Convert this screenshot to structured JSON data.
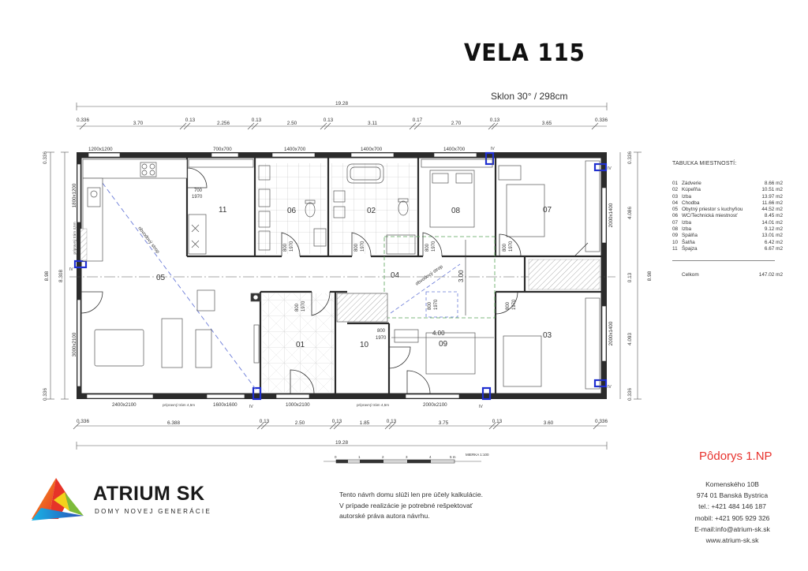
{
  "title": "VELA 115",
  "roof_slope": "Sklon 30° / 298cm",
  "room_table": {
    "header": "TABUĽKA MIESTNOSTÍ:",
    "rows": [
      {
        "no": "01",
        "name": "Zádverie",
        "area": "8.66 m2"
      },
      {
        "no": "02",
        "name": "Kúpeľňa",
        "area": "10.51 m2"
      },
      {
        "no": "03",
        "name": "Izba",
        "area": "13.97 m2"
      },
      {
        "no": "04",
        "name": "Chodba",
        "area": "11.66 m2"
      },
      {
        "no": "05",
        "name": "Obytný priestor s kuchyňou",
        "area": "44.52 m2"
      },
      {
        "no": "06",
        "name": "WC/Technická miestnosť",
        "area": "8.45 m2"
      },
      {
        "no": "07",
        "name": "Izba",
        "area": "14.01 m2"
      },
      {
        "no": "08",
        "name": "Izba",
        "area": "9.12 m2"
      },
      {
        "no": "09",
        "name": "Spálňa",
        "area": "13.01 m2"
      },
      {
        "no": "10",
        "name": "Šatňa",
        "area": "6.42 m2"
      },
      {
        "no": "11",
        "name": "Špajza",
        "area": "6.67 m2"
      }
    ],
    "total_label": "Celkom",
    "total_area": "147.02 m2"
  },
  "plan_label": "Pôdorys 1.NP",
  "contact": {
    "street": "Komenského 10B",
    "city": "974 01 Banská Bystrica",
    "tel": "tel.:  +421 484 146 187",
    "mobil": "mobil:  +421 905 929 326",
    "email": "E-mail:info@atrium-sk.sk",
    "web": "www.atrium-sk.sk"
  },
  "note": {
    "line1": "Tento návrh domu slúži len pre účely kalkulácie.",
    "line2": "V prípade realizácie je potrebné rešpektovať",
    "line3": "autorské práva autora návrhu."
  },
  "brand": {
    "name": "ATRIUM SK",
    "tagline": "DOMY NOVEJ GENERÁCIE"
  },
  "scale_label": "MIERKA 1:100",
  "scale_ticks": [
    "0",
    "1",
    "2",
    "3",
    "4",
    "5 m"
  ],
  "dimensions": {
    "overall_top": "19.28",
    "overall_bottom": "19.28",
    "top_chain": [
      "0.336",
      "3.70",
      "0.13",
      "2.256",
      "0.13",
      "2.50",
      "0.13",
      "3.11",
      "0.17",
      "2.70",
      "0.13",
      "3.65",
      "0.336"
    ],
    "bottom_chain": [
      "0.336",
      "6.388",
      "0.13",
      "2.50",
      "0.13",
      "1.85",
      "0.13",
      "3.75",
      "0.13",
      "3.60",
      "0.336"
    ],
    "left_overall": "8.98",
    "left_inner": "8.308",
    "left_top": "0.336",
    "left_bottom": "0.336",
    "right_overall": "8.98",
    "right_top": "0.336",
    "right_upper": "4.086",
    "right_mid": "0.13",
    "right_lower": "4.093",
    "right_bottom": "0.336"
  },
  "windows": {
    "top": [
      "1200x1200",
      "700x700",
      "1400x700",
      "1400x700",
      "1400x700"
    ],
    "bottom": [
      "2400x2100",
      "1600x1600",
      "1000x2100",
      "2000x2100"
    ],
    "left": [
      "1800x1200",
      "3000x2100"
    ],
    "right": [
      "2000x1400",
      "2000x1400"
    ],
    "prep_frames": [
      "prípravný trám 4,5m",
      "prípravný trám 4,5m",
      "prípravný trám 4,5m"
    ]
  },
  "doors": {
    "d11": [
      "700",
      "1970"
    ],
    "generic": [
      "800",
      "1970"
    ],
    "d10": [
      "800",
      "1970"
    ]
  },
  "room_labels": [
    "01",
    "02",
    "03",
    "04",
    "05",
    "06",
    "07",
    "08",
    "09",
    "10",
    "11"
  ],
  "annotations": {
    "roof_line_05": "obvodový strop",
    "roof_line_04": "obvodový strop",
    "dim_400": "4.00",
    "dim_300": "3.00",
    "iv": "IV"
  },
  "colors": {
    "wall": "#2b2b2b",
    "accent_red": "#e8322d",
    "window_blue": "#1f2fd0",
    "dash_blue": "#6a7bd8",
    "dash_green": "#5aa35a"
  }
}
